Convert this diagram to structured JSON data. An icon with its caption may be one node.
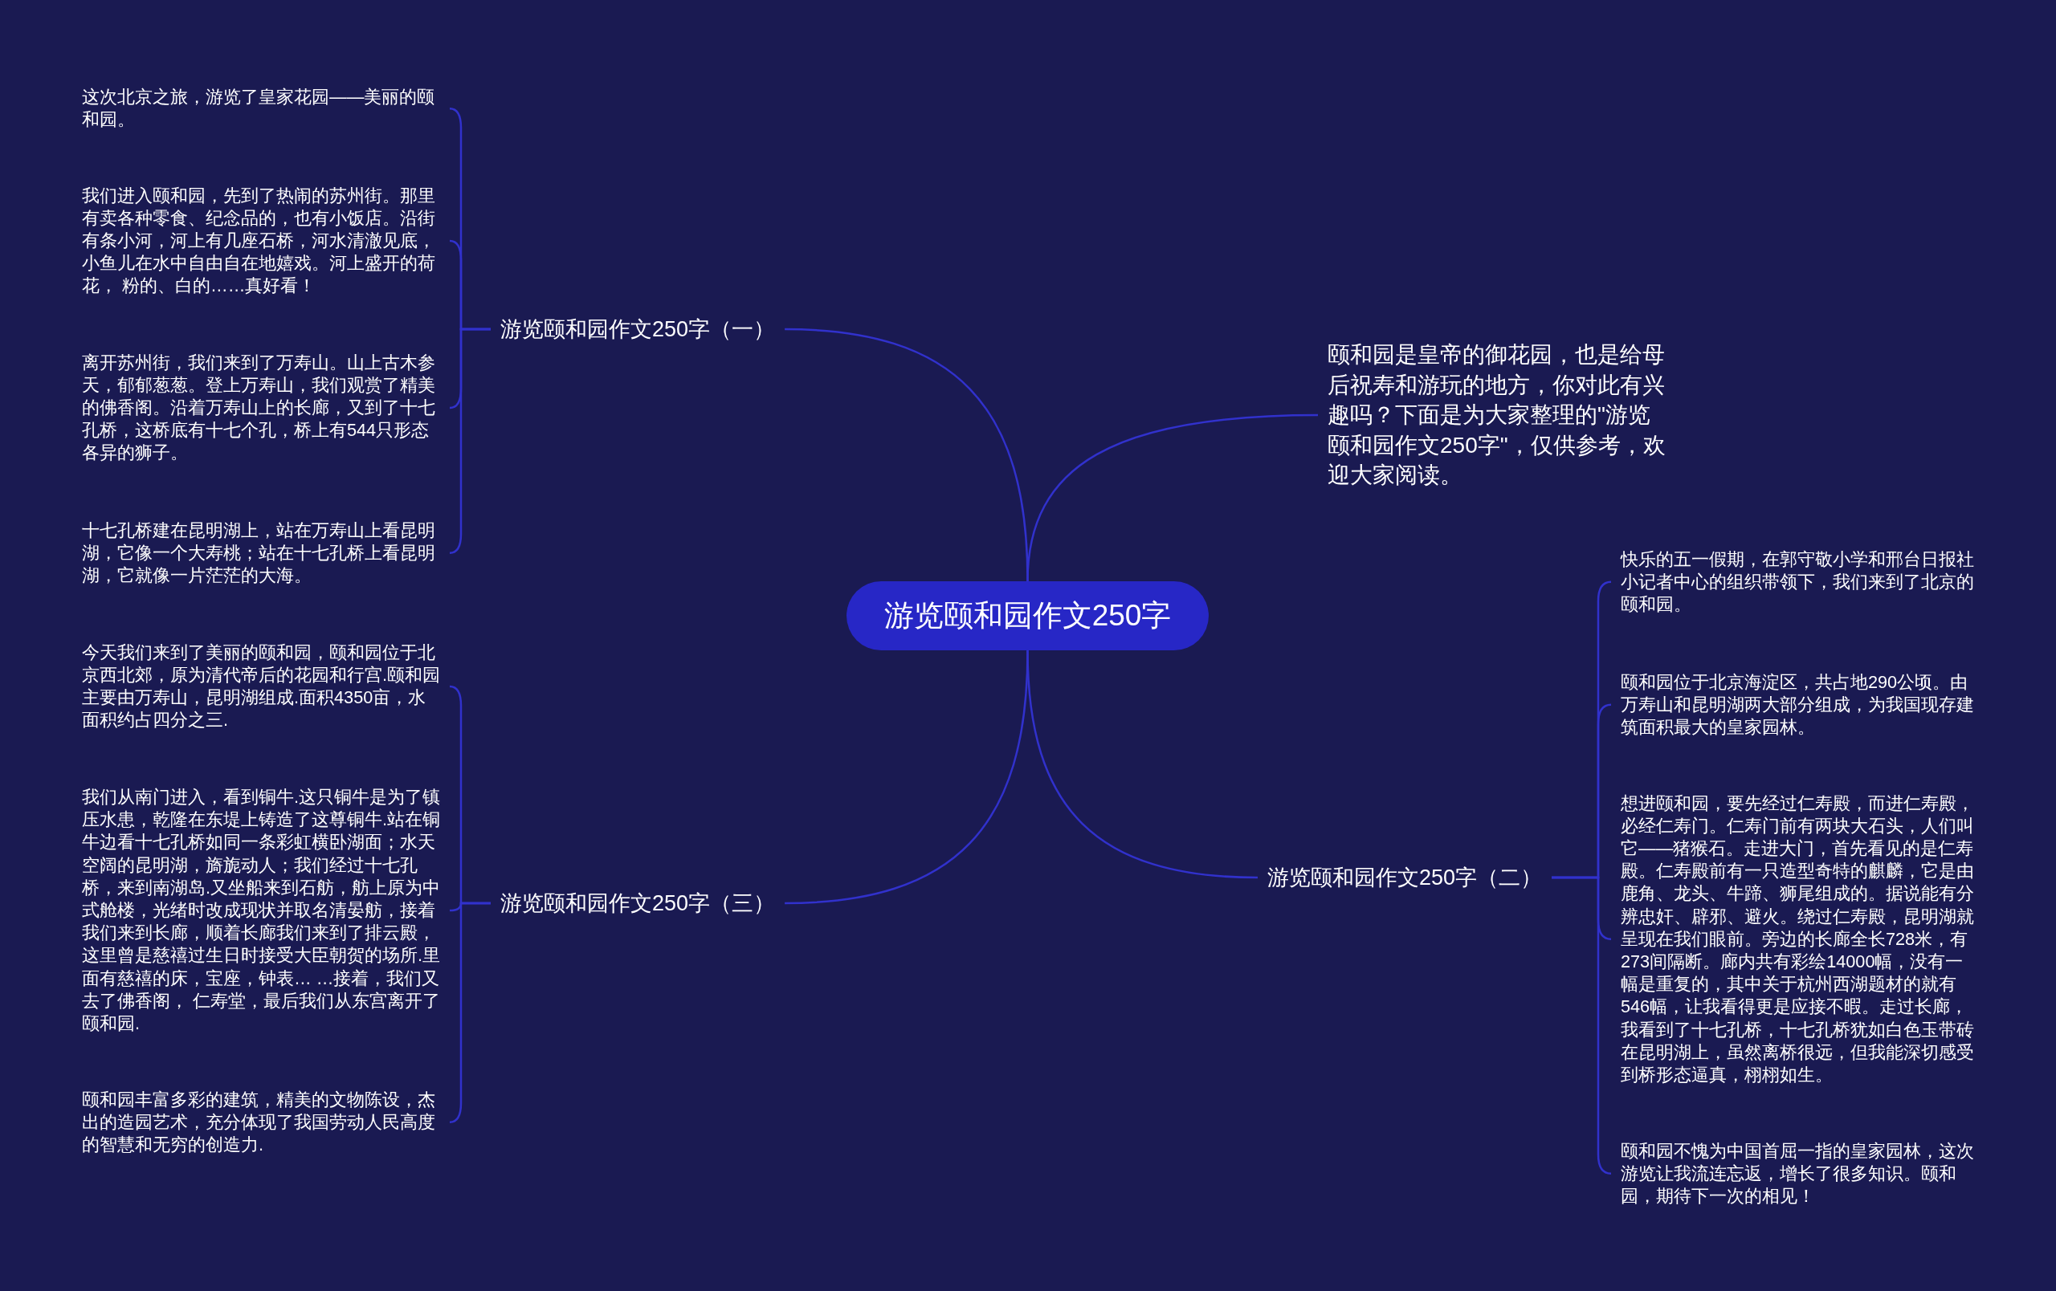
{
  "diagram": {
    "nodes": [
      {
        "text": [
          "游览颐和园作文250字"
        ]
      },
      {
        "text": [
          "游览颐和园作文250字（一）"
        ]
      },
      {
        "text": [
          "这次北京之旅，游览了皇家花园——美丽的颐和园。"
        ]
      },
      {
        "text": [
          "我们进入颐和园，先到了热闹的苏州街。那里有卖各种零食、纪念品的，也有小饭店。沿街有条小河，河上有几座石桥，河水清澈见底，小鱼儿在水中自由自在地嬉戏。河上盛开的荷花， 粉的、白的……真好看！"
        ]
      },
      {
        "text": [
          "离开苏州街，我们来到了万寿山。山上古木参天，郁郁葱葱。登上万寿山，我们观赏了精美的佛香阁。沿着万寿山上的长廊，又到了十七孔桥，这桥底有十七个孔，桥上有544只形态各异的狮子。"
        ]
      },
      {
        "text": [
          "十七孔桥建在昆明湖上，站在万寿山上看昆明湖，它像一个大寿桃；站在十七孔桥上看昆明湖，它就像一片茫茫的大海。"
        ]
      },
      {
        "text": [
          "颐和园是皇帝的御花园，也是给母后祝寿和游玩的地方，你对此有兴趣吗？下面是为大家整理的\"游览颐和园作文250字\"，仅供参考，欢迎大家阅读。"
        ]
      },
      {
        "text": [
          "游览颐和园作文250字（二）"
        ]
      },
      {
        "text": [
          "快乐的五一假期，在郭守敬小学和邢台日报社小记者中心的组织带领下，我们来到了北京的颐和园。"
        ]
      },
      {
        "text": [
          "颐和园位于北京海淀区，共占地290公顷。由万寿山和昆明湖两大部分组成，为我国现存建筑面积最大的皇家园林。"
        ]
      },
      {
        "text": [
          "想进颐和园，要先经过仁寿殿，而进仁寿殿，必经仁寿门。仁寿门前有两块大石头，人们叫它——猪猴石。走进大门，首先看见的是仁寿殿。仁寿殿前有一只造型奇特的麒麟，它是由鹿角、龙头、牛蹄、狮尾组成的。据说能有分辨忠奸、辟邪、避火。绕过仁寿殿，昆明湖就呈现在我们眼前。旁边的长廊全长728米，有273间隔断。廊内共有彩绘14000幅，没有一幅是重复的，其中关于杭州西湖题材的就有546幅，让我看得更是应接不暇。走过长廊，我看到了十七孔桥，十七孔桥犹如白色玉带砖在昆明湖上，虽然离桥很远，但我能深切感受到桥形态逼真，栩栩如生。"
        ]
      },
      {
        "text": [
          "颐和园不愧为中国首屈一指的皇家园林，这次游览让我流连忘返，增长了很多知识。颐和园，期待下一次的相见！"
        ]
      },
      {
        "text": [
          "游览颐和园作文250字（三）"
        ]
      },
      {
        "text": [
          "今天我们来到了美丽的颐和园，颐和园位于北京西北郊，原为清代帝后的花园和行宫.颐和园主要由万寿山，昆明湖组成.面积4350亩，水面积约占四分之三."
        ]
      },
      {
        "text": [
          "我们从南门进入，看到铜牛.这只铜牛是为了镇压水患，乾隆在东堤上铸造了这尊铜牛.站在铜牛边看十七孔桥如同一条彩虹横卧湖面；水天空阔的昆明湖，旖旎动人；我们经过十七孔桥，来到南湖岛.又坐船来到石舫，舫上原为中式舱楼，光绪时改成现状并取名清晏舫，接着我们来到长廊，顺着长廊我们来到了排云殿，这里曾是慈禧过生日时接受大臣朝贺的场所.里面有慈禧的床，宝座，钟表… …接着，我们又去了佛香阁， 仁寿堂，最后我们从东宫离开了颐和园."
        ]
      },
      {
        "text": [
          "颐和园丰富多彩的建筑，精美的文物陈设，杰出的造园艺术，充分体现了我国劳动人民高度的智慧和无穷的创造力."
        ]
      }
    ],
    "edges": [
      {
        "from": 0,
        "to": 1,
        "arrow": "none"
      },
      {
        "from": 1,
        "to": 2,
        "arrow": "none"
      },
      {
        "from": 1,
        "to": 3,
        "arrow": "none"
      },
      {
        "from": 1,
        "to": 4,
        "arrow": "none"
      },
      {
        "from": 1,
        "to": 5,
        "arrow": "none"
      },
      {
        "from": 0,
        "to": 6,
        "arrow": "none"
      },
      {
        "from": 0,
        "to": 7,
        "arrow": "none"
      },
      {
        "from": 7,
        "to": 8,
        "arrow": "none"
      },
      {
        "from": 7,
        "to": 9,
        "arrow": "none"
      },
      {
        "from": 7,
        "to": 10,
        "arrow": "none"
      },
      {
        "from": 7,
        "to": 11,
        "arrow": "none"
      },
      {
        "from": 0,
        "to": 12,
        "arrow": "none"
      },
      {
        "from": 12,
        "to": 13,
        "arrow": "none"
      },
      {
        "from": 12,
        "to": 14,
        "arrow": "none"
      },
      {
        "from": 12,
        "to": 15,
        "arrow": "none"
      }
    ]
  }
}
